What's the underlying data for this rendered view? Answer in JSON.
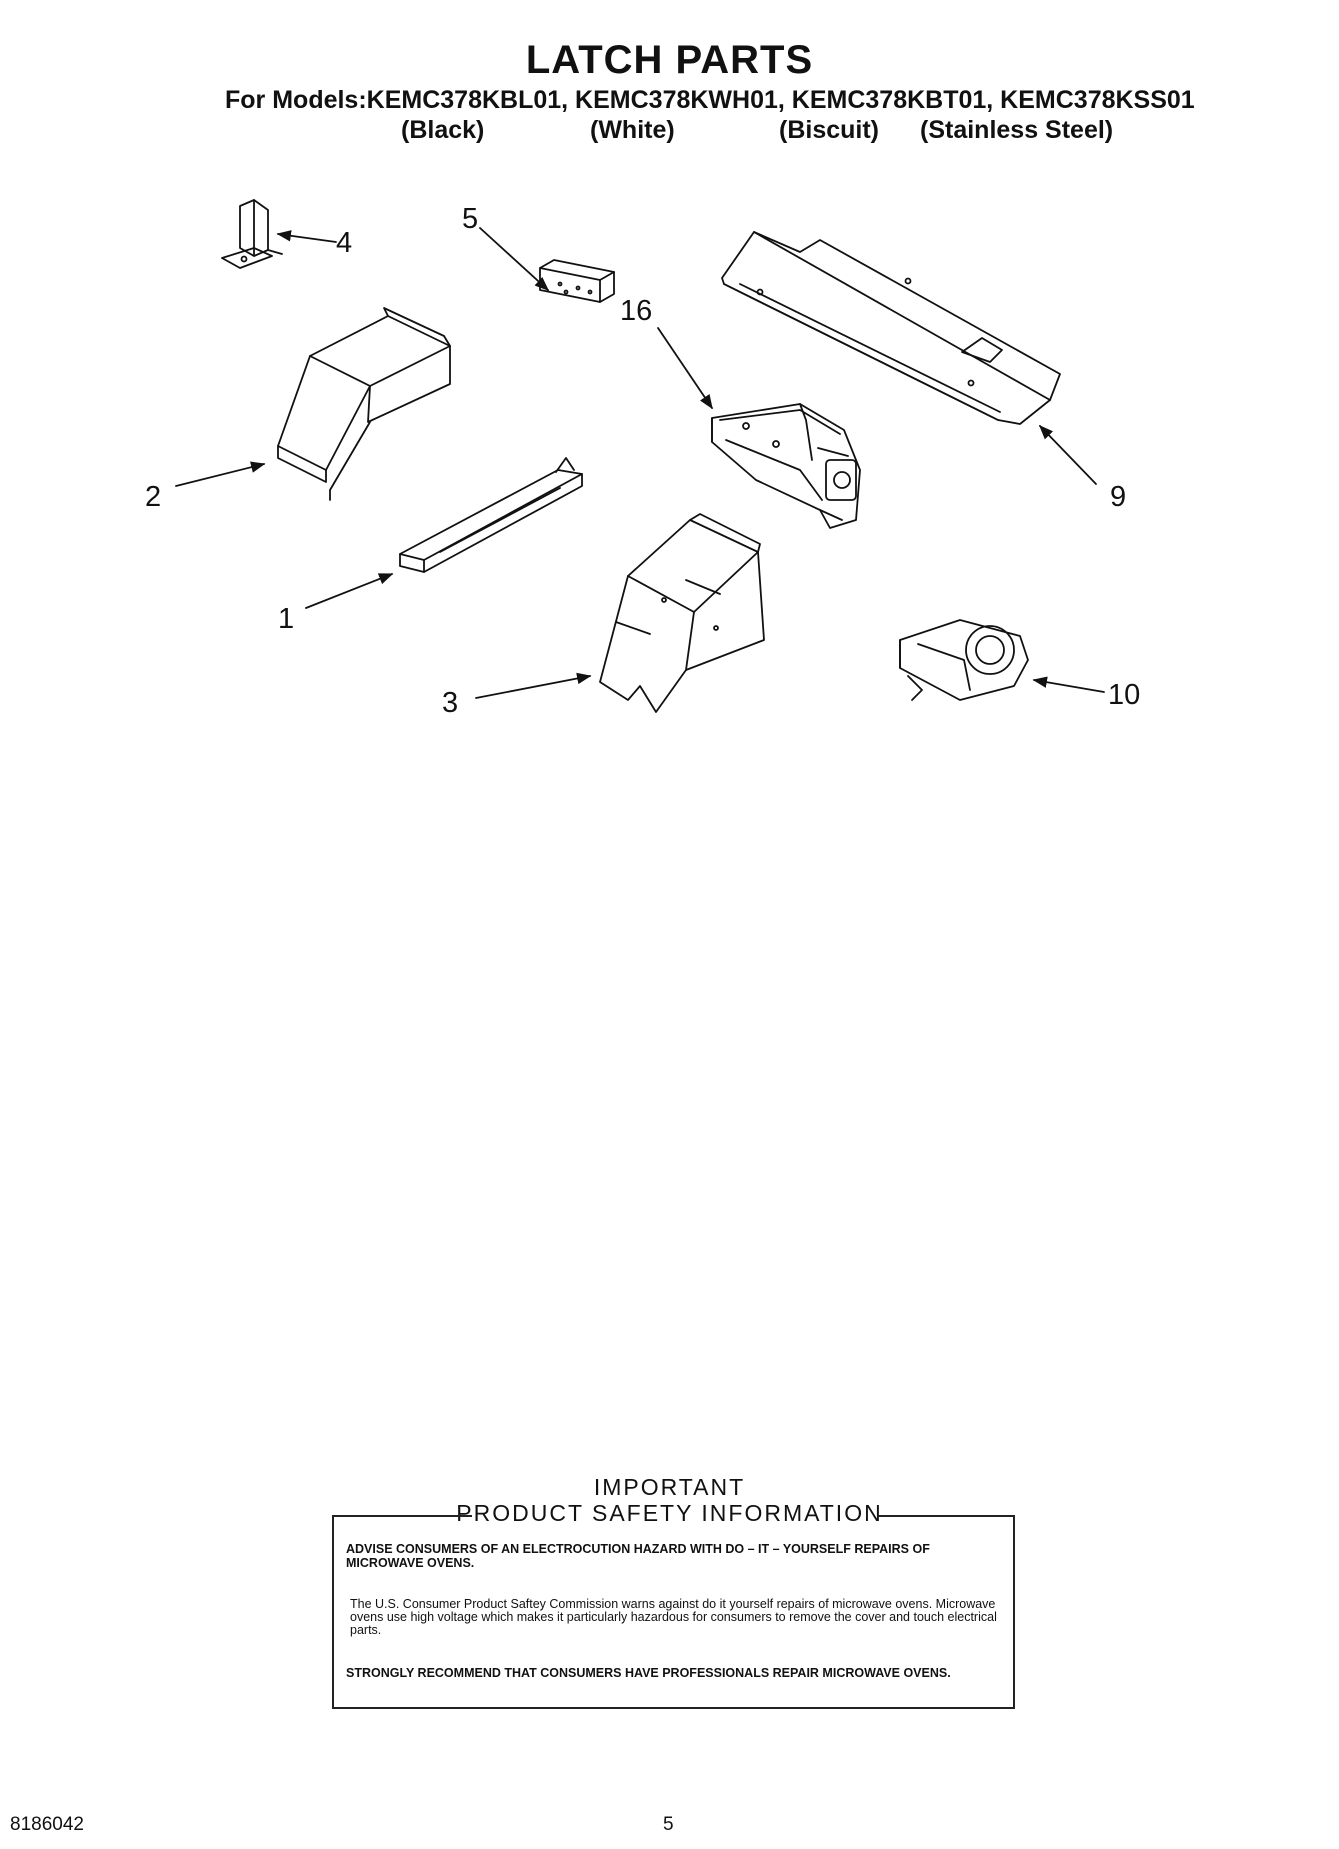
{
  "header": {
    "title": "LATCH PARTS",
    "models_line": "For Models:KEMC378KBL01, KEMC378KWH01, KEMC378KBT01, KEMC378KSS01",
    "colors": [
      "(Black)",
      "(White)",
      "(Biscuit)",
      "(Stainless Steel)"
    ]
  },
  "callouts": {
    "c1": "1",
    "c2": "2",
    "c3": "3",
    "c4": "4",
    "c5": "5",
    "c9": "9",
    "c10": "10",
    "c16": "16"
  },
  "safety": {
    "heading1": "IMPORTANT",
    "heading2": "PRODUCT   SAFETY   INFORMATION",
    "advise": "ADVISE CONSUMERS OF AN ELECTROCUTION HAZARD WITH DO – IT – YOURSELF REPAIRS OF MICROWAVE OVENS.",
    "body": "The U.S. Consumer Product Saftey Commission warns against do   it   yourself repairs of microwave ovens. Microwave ovens use high voltage which makes it particularly hazardous for consumers to remove the cover and touch electrical parts.",
    "recommend": "STRONGLY RECOMMEND THAT CONSUMERS HAVE PROFESSIONALS  REPAIR MICROWAVE OVENS."
  },
  "footer": {
    "doc_number": "8186042",
    "page_number": "5"
  }
}
